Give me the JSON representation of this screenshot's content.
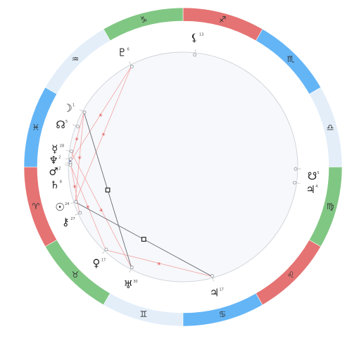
{
  "colors": {
    "fire": "#e57373",
    "earth": "#81c784",
    "air": "#e3eef9",
    "water": "#64b5f6",
    "inner_bg": "#f6f8fb",
    "ring_line": "#c8ccd2",
    "tick": "#b0b0b0",
    "marker": "#8a8f96",
    "aspect_red": "#f29a9a",
    "aspect_gray": "#555a60",
    "conjunct_blue": "#5b7fd6"
  },
  "zodiac": [
    {
      "sign": "aries",
      "glyph": "♈",
      "element": "fire",
      "start": 180
    },
    {
      "sign": "taurus",
      "glyph": "♉",
      "element": "earth",
      "start": 210
    },
    {
      "sign": "gemini",
      "glyph": "♊",
      "element": "air",
      "start": 240
    },
    {
      "sign": "cancer",
      "glyph": "♋",
      "element": "water",
      "start": 270
    },
    {
      "sign": "leo",
      "glyph": "♌",
      "element": "fire",
      "start": 300
    },
    {
      "sign": "virgo",
      "glyph": "♍",
      "element": "earth",
      "start": 330
    },
    {
      "sign": "libra",
      "glyph": "♎",
      "element": "air",
      "start": 0
    },
    {
      "sign": "scorpio",
      "glyph": "♏",
      "element": "water",
      "start": 30
    },
    {
      "sign": "sagittarius",
      "glyph": "♐",
      "element": "fire",
      "start": 60
    },
    {
      "sign": "capricorn",
      "glyph": "♑",
      "element": "earth",
      "start": 90
    },
    {
      "sign": "aquarius",
      "glyph": "♒",
      "element": "air",
      "start": 120
    },
    {
      "sign": "pisces",
      "glyph": "♓",
      "element": "water",
      "start": 150
    }
  ],
  "planets": [
    {
      "id": "lilith",
      "icon": "lilith-icon",
      "glyph": "⚸",
      "deg": "13",
      "min": "",
      "angle": 85,
      "marker_angle": 84
    },
    {
      "id": "pluto",
      "icon": "pluto-icon",
      "glyph": "♇",
      "deg": "6",
      "min": "",
      "angle": 118,
      "marker_angle": 117
    },
    {
      "id": "moon",
      "icon": "moon-icon",
      "glyph": "☽",
      "deg": "1",
      "min": "",
      "angle": 153,
      "marker_angle": 151
    },
    {
      "id": "north-node",
      "icon": "north-node-icon",
      "glyph": "☊",
      "deg": "5",
      "min": "",
      "angle": 161,
      "marker_angle": 159
    },
    {
      "id": "mercury",
      "icon": "mercury-icon",
      "glyph": "☿",
      "deg": "28",
      "min": "",
      "angle": 172,
      "marker_angle": 172
    },
    {
      "id": "neptune",
      "icon": "neptune-icon",
      "glyph": "♆",
      "deg": "2",
      "min": "",
      "angle": 177,
      "marker_angle": 176
    },
    {
      "id": "mars",
      "icon": "mars-icon",
      "glyph": "♂",
      "deg": "2",
      "min": "",
      "angle": 182,
      "marker_angle": 178
    },
    {
      "id": "saturn",
      "icon": "saturn-icon",
      "glyph": "♄",
      "deg": "8",
      "min": "",
      "angle": 188,
      "marker_angle": 179
    },
    {
      "id": "sun",
      "icon": "sun-icon",
      "glyph": "☉",
      "deg": "24",
      "min": "",
      "angle": 198,
      "marker_angle": 198
    },
    {
      "id": "chiron",
      "icon": "chiron-icon",
      "glyph": "⚷",
      "deg": "27",
      "min": "",
      "angle": 205,
      "marker_angle": 204
    },
    {
      "id": "venus",
      "icon": "venus-icon",
      "glyph": "♀",
      "deg": "17",
      "min": "",
      "angle": 228,
      "marker_angle": 227
    },
    {
      "id": "uranus",
      "icon": "uranus-icon",
      "glyph": "♅",
      "deg": "30",
      "min": "",
      "angle": 245,
      "marker_angle": 243
    },
    {
      "id": "jupiter",
      "icon": "jupiter-icon",
      "glyph": "♃",
      "deg": "17",
      "min": "",
      "angle": 284,
      "marker_angle": 285
    },
    {
      "id": "south-node",
      "icon": "south-node-icon",
      "glyph": "☋",
      "deg": "5",
      "min": "",
      "angle": 356,
      "marker_angle": 359
    },
    {
      "id": "jupiter-2",
      "icon": "jupiter-icon",
      "glyph": "♃",
      "deg": "4",
      "min": "",
      "angle": 350,
      "marker_angle": 352
    }
  ],
  "aspects": [
    {
      "from": "pluto",
      "to": "sun",
      "type": "trine"
    },
    {
      "from": "pluto",
      "to": "mars",
      "type": "trine"
    },
    {
      "from": "moon",
      "to": "saturn",
      "type": "trine"
    },
    {
      "from": "moon",
      "to": "sun",
      "type": "trine"
    },
    {
      "from": "neptune",
      "to": "chiron",
      "type": "trine"
    },
    {
      "from": "mars",
      "to": "venus",
      "type": "trine"
    },
    {
      "from": "mercury",
      "to": "uranus",
      "type": "trine"
    },
    {
      "from": "venus",
      "to": "jupiter",
      "type": "trine"
    },
    {
      "from": "moon",
      "to": "uranus",
      "type": "square"
    },
    {
      "from": "sun",
      "to": "jupiter",
      "type": "square"
    },
    {
      "from": "mars",
      "to": "neptune",
      "type": "conjunction"
    }
  ]
}
